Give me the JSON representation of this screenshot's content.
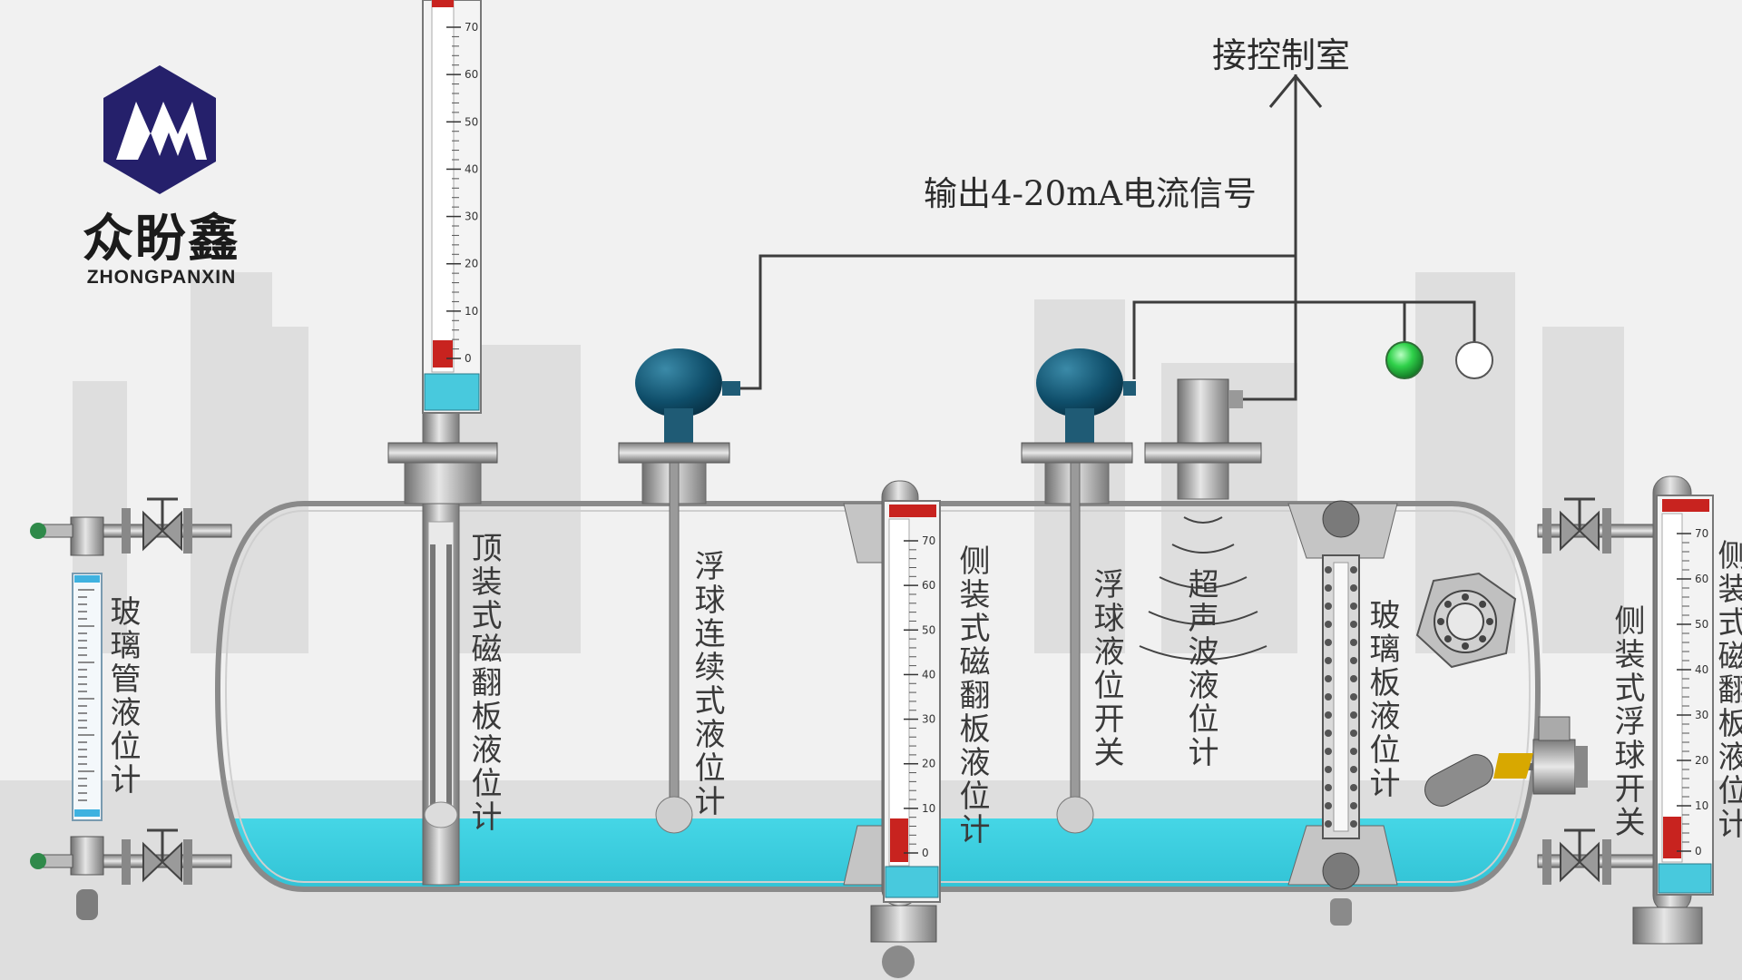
{
  "brand": {
    "name_cn": "众盼鑫",
    "name_en": "ZHONGPANXIN"
  },
  "annotations": {
    "control_room": "接控制室",
    "output_signal": "输出4-20mA电流信号"
  },
  "instruments": [
    {
      "id": "glass-tube",
      "label": "玻璃管液位计"
    },
    {
      "id": "top-magnetic",
      "label": "顶装式磁翻板液位计"
    },
    {
      "id": "float-continuous",
      "label": "浮球连续式液位计"
    },
    {
      "id": "side-magnetic",
      "label": "侧装式磁翻板液位计"
    },
    {
      "id": "float-switch",
      "label": "浮球液位开关"
    },
    {
      "id": "ultrasonic",
      "label": "超声波液位计"
    },
    {
      "id": "glass-plate",
      "label": "玻璃板液位计"
    },
    {
      "id": "side-float-switch",
      "label": "侧装式浮球开关"
    },
    {
      "id": "side-magnetic-right",
      "label": "侧装式磁翻板液位计"
    }
  ],
  "scales": {
    "top_gauge_ticks": [
      "70",
      "60",
      "50",
      "40",
      "30",
      "20",
      "10",
      "0"
    ],
    "side_gauge_ticks": [
      "70",
      "60",
      "50",
      "40",
      "30",
      "20",
      "10",
      "0"
    ]
  },
  "indicators": {
    "green_lamp": "#2fd14a",
    "white_lamp": "#ffffff"
  },
  "colors": {
    "liquid": "#3fd0e0",
    "pipe": "#777777",
    "logo": "#25206b",
    "red_column": "#c8231f"
  }
}
